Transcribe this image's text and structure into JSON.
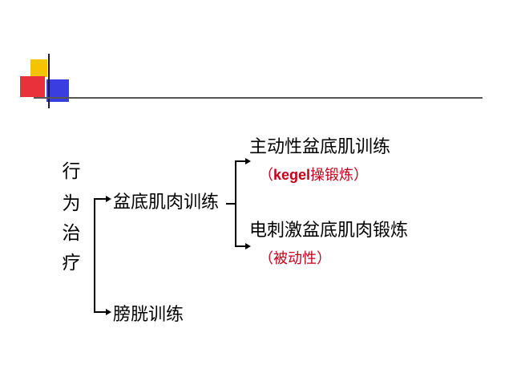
{
  "colors": {
    "ornament_yellow": "#f5c400",
    "ornament_red": "#e8313b",
    "ornament_blue": "#3a3de0",
    "text": "#000000",
    "highlight_text": "#c0001a"
  },
  "diagram": {
    "root": {
      "chars": [
        "行",
        "为",
        "治",
        "疗"
      ]
    },
    "branch_pelvic": {
      "label": "盆底肌肉训练",
      "children": [
        {
          "label": "主动性盆底肌训练",
          "note_open": "（",
          "note_latin": "kegel",
          "note_cjk": "操锻炼",
          "note_close": "）"
        },
        {
          "label": "电刺激盆底肌肉锻炼",
          "note": "（被动性）"
        }
      ]
    },
    "branch_bladder": {
      "label": "膀胱训练"
    }
  }
}
